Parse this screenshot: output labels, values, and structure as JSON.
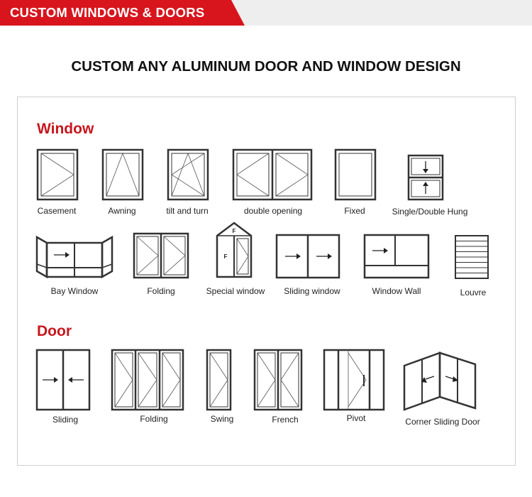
{
  "banner": {
    "label": "CUSTOM WINDOWS & DOORS",
    "color": "#d8141d"
  },
  "headline": "CUSTOM ANY ALUMINUM DOOR AND WINDOW DESIGN",
  "window_section": {
    "title": "Window",
    "items": [
      {
        "label": "Casement",
        "icon": "casement-window-icon"
      },
      {
        "label": "Awning",
        "icon": "awning-window-icon"
      },
      {
        "label": "tilt and turn",
        "icon": "tilt-and-turn-window-icon"
      },
      {
        "label": "double opening",
        "icon": "double-opening-window-icon"
      },
      {
        "label": "Fixed",
        "icon": "fixed-window-icon"
      },
      {
        "label": "Single/Double Hung",
        "icon": "hung-window-icon"
      },
      {
        "label": "Bay Window",
        "icon": "bay-window-icon"
      },
      {
        "label": "Folding",
        "icon": "folding-window-icon"
      },
      {
        "label": "Special window",
        "icon": "special-window-icon",
        "glyph": "F"
      },
      {
        "label": "Sliding window",
        "icon": "sliding-window-icon"
      },
      {
        "label": "Window Wall",
        "icon": "window-wall-icon"
      },
      {
        "label": "Louvre",
        "icon": "louvre-window-icon"
      }
    ]
  },
  "door_section": {
    "title": "Door",
    "items": [
      {
        "label": "Sliding",
        "icon": "sliding-door-icon"
      },
      {
        "label": "Folding",
        "icon": "folding-door-icon"
      },
      {
        "label": "Swing",
        "icon": "swing-door-icon"
      },
      {
        "label": "French",
        "icon": "french-door-icon"
      },
      {
        "label": "Pivot",
        "icon": "pivot-door-icon"
      },
      {
        "label": "Corner Sliding Door",
        "icon": "corner-sliding-door-icon"
      }
    ]
  },
  "colors": {
    "accent": "#c8161e",
    "line": "#333333",
    "topbar": "#eeeeee",
    "border": "#cfcfcf"
  }
}
